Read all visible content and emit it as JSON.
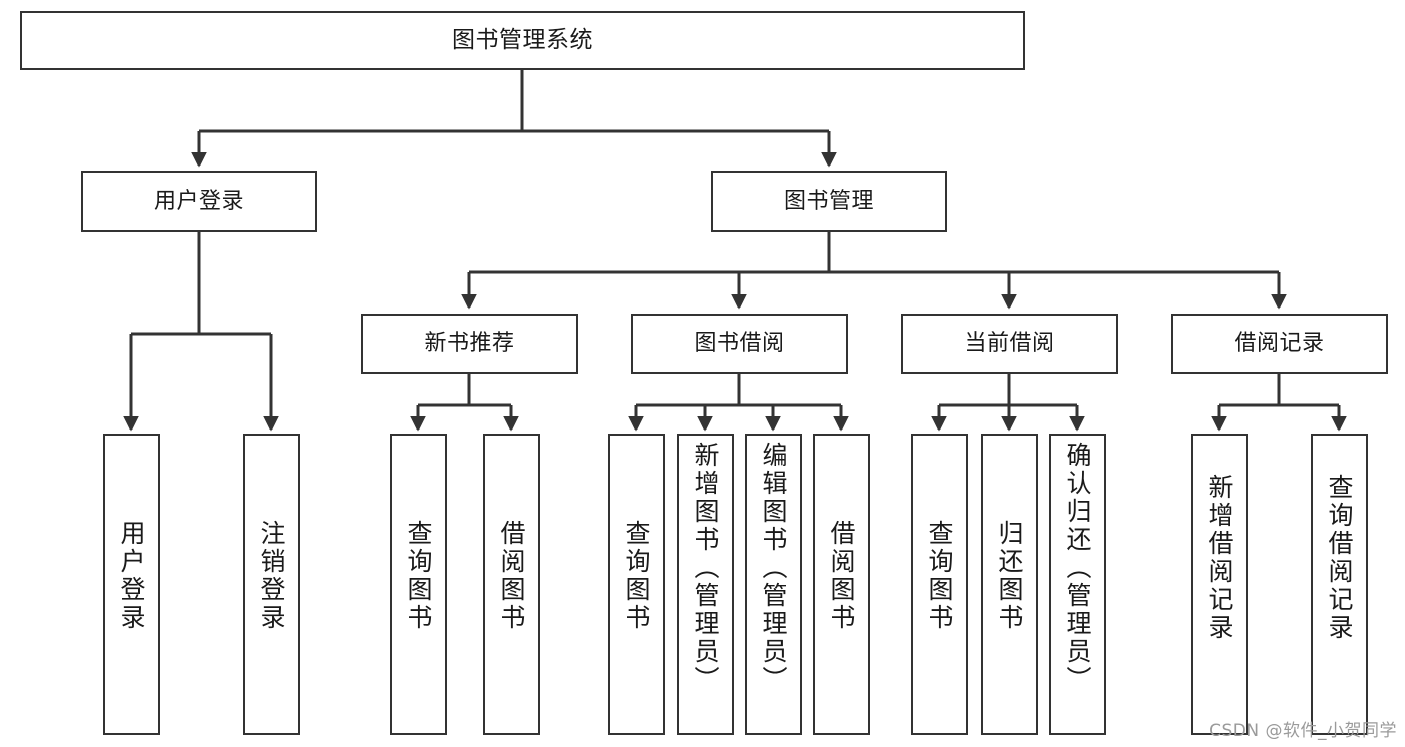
{
  "diagram": {
    "title": "图书管理系统",
    "type": "tree",
    "watermark": "CSDN @软件_小贺同学",
    "colors": {
      "box_border": "#333333",
      "box_fill": "#ffffff",
      "edge": "#333333",
      "text": "#1a1a1a",
      "watermark": "#9a9a9a"
    },
    "levels": {
      "root": {
        "label": "图书管理系统"
      },
      "level1": [
        {
          "label": "用户登录"
        },
        {
          "label": "图书管理"
        }
      ],
      "level2": [
        {
          "label": "新书推荐"
        },
        {
          "label": "图书借阅"
        },
        {
          "label": "当前借阅"
        },
        {
          "label": "借阅记录"
        }
      ],
      "leaves": {
        "user_login": [
          {
            "label": "用户登录"
          },
          {
            "label": "注销登录"
          }
        ],
        "new_book": [
          {
            "label": "查询图书"
          },
          {
            "label": "借阅图书"
          }
        ],
        "book_borrow": [
          {
            "label": "查询图书"
          },
          {
            "label": "新增图书（管理员）"
          },
          {
            "label": "编辑图书（管理员）"
          },
          {
            "label": "借阅图书"
          }
        ],
        "current_borrow": [
          {
            "label": "查询图书"
          },
          {
            "label": "归还图书"
          },
          {
            "label": "确认归还（管理员）"
          }
        ],
        "borrow_record": [
          {
            "label": "新增借阅记录"
          },
          {
            "label": "查询借阅记录"
          }
        ]
      }
    }
  }
}
